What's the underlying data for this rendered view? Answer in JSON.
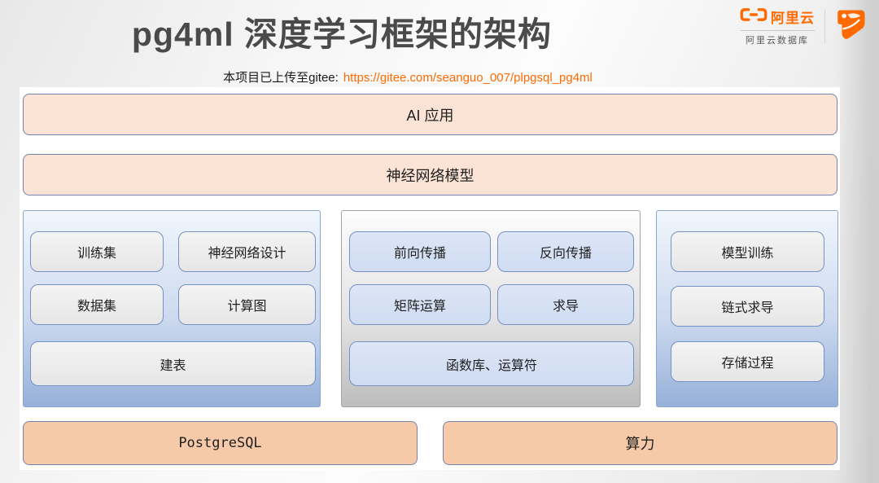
{
  "header": {
    "title": "pg4ml 深度学习框架的架构",
    "subtitle_prefix": "本项目已上传至gitee:",
    "subtitle_link": "https://gitee.com/seanguo_007/plpgsql_pg4ml"
  },
  "brand": {
    "name": "阿里云",
    "sub": "阿里云数据库",
    "accent_color": "#ff6a00"
  },
  "diagram": {
    "top_boxes": [
      "AI 应用",
      "神经网络模型"
    ],
    "columns": [
      {
        "style": "blue",
        "rows": [
          [
            "训练集",
            "神经网络设计"
          ],
          [
            "数据集",
            "计算图"
          ],
          [
            "建表"
          ]
        ]
      },
      {
        "style": "gray",
        "rows": [
          [
            "前向传播",
            "反向传播"
          ],
          [
            "矩阵运算",
            "求导"
          ],
          [
            "函数库、运算符"
          ]
        ]
      },
      {
        "style": "blue",
        "rows": [
          [
            "模型训练"
          ],
          [
            "链式求导"
          ],
          [
            "存储过程"
          ]
        ]
      }
    ],
    "bottom_boxes": [
      "PostgreSQL",
      "算力"
    ]
  },
  "colors": {
    "band_fill": "#fbe4d5",
    "base_fill": "#f6caa9",
    "band_border": "#7781ad",
    "cell_border": "#7591c5",
    "blue_column_bottom": "#97b1da",
    "title_color": "#4a4a4a"
  }
}
